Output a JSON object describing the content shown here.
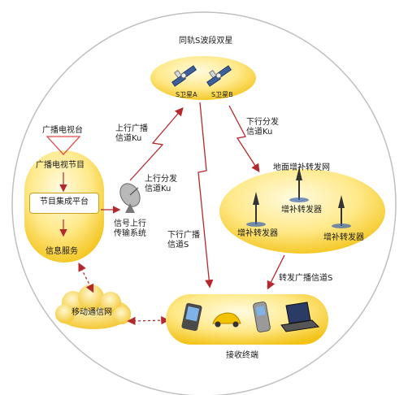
{
  "satellite": {
    "title": "同轨S波段双星",
    "sat_a": "S卫星A",
    "sat_b": "S卫星B"
  },
  "broadcast_center": {
    "tv_station": "广播电视台",
    "program": "广播电视节目",
    "platform": "节目集成平台",
    "info_service": "信息服务"
  },
  "uplink": {
    "ku_up": "上行广播\n信道Ku",
    "ku_dist": "上行分发\n信道Ku",
    "system": "信号上行\n传输系统"
  },
  "downlink": {
    "ku_dist": "下行分发\n信道Ku",
    "s_broadcast": "下行广播\n信道S",
    "forward_s": "转发广播信道S"
  },
  "ground_network": {
    "title": "地面增补转发网",
    "repeaters": [
      "增补转发器",
      "增补转发器",
      "增补转发器"
    ]
  },
  "mobile_network": {
    "label": "移动通信网"
  },
  "terminals": {
    "label": "接收终端",
    "devices": [
      "pda-icon",
      "car-icon",
      "phone-icon",
      "laptop-icon"
    ]
  },
  "colors": {
    "gold_light": "#fff3b0",
    "gold_dark": "#e6b400",
    "arrow": "#b5282e"
  }
}
